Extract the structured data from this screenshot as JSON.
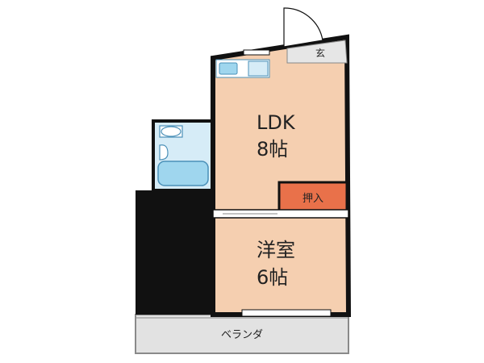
{
  "rooms": {
    "ldk": {
      "name": "LDK",
      "size": "8帖"
    },
    "western": {
      "name": "洋室",
      "size": "6帖"
    },
    "closet": "押入",
    "entrance": "玄",
    "veranda": "ベランダ"
  },
  "colors": {
    "room_floor": "#f5cfb0",
    "closet_fill": "#e9714a",
    "wet_area": "#d6ecf7",
    "fixture": "#9fd6ee",
    "wall": "#111111",
    "veranda_fill": "#e2e2e2",
    "entrance_fill": "#e6e6e6"
  }
}
